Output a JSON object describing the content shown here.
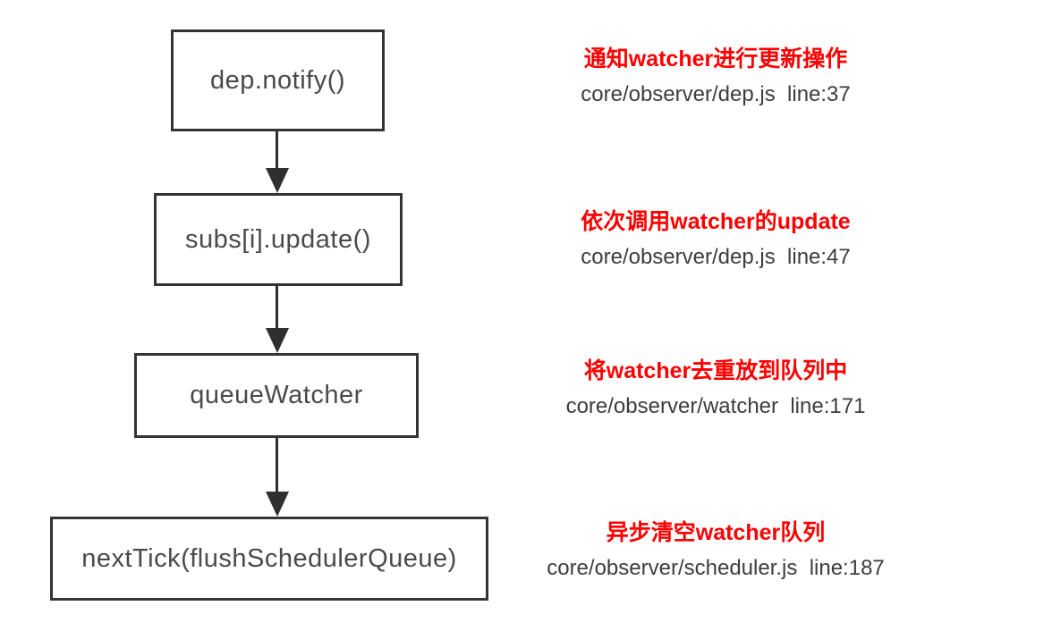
{
  "diagram": {
    "type": "flowchart",
    "direction": "top-down",
    "colors": {
      "annotation_title_color": "#fe0000",
      "annotation_path_color": "#3d3d3d",
      "node_border_color": "#343434",
      "node_label_color": "#4a4a4a",
      "arrow_color": "#2f2f2f",
      "background": "#ffffff"
    },
    "nodes": [
      {
        "label": "dep.notify()",
        "annotation_title": "通知watcher进行更新操作",
        "annotation_location": "core/observer/dep.js  line:37"
      },
      {
        "label": "subs[i].update()",
        "annotation_title": "依次调用watcher的update",
        "annotation_location": "core/observer/dep.js  line:47"
      },
      {
        "label": "queueWatcher",
        "annotation_title": "将watcher去重放到队列中",
        "annotation_location": "core/observer/watcher  line:171"
      },
      {
        "label": "nextTick(flushSchedulerQueue)",
        "annotation_title": "异步清空watcher队列",
        "annotation_location": "core/observer/scheduler.js  line:187"
      }
    ],
    "edges": [
      {
        "from": "dep.notify()",
        "to": "subs[i].update()"
      },
      {
        "from": "subs[i].update()",
        "to": "queueWatcher"
      },
      {
        "from": "queueWatcher",
        "to": "nextTick(flushSchedulerQueue)"
      }
    ]
  }
}
